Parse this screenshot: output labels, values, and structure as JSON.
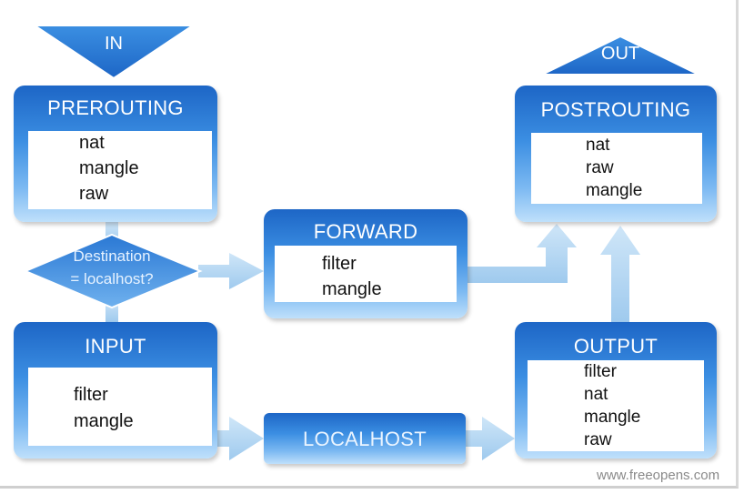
{
  "entry_label": "IN",
  "exit_label": "OUT",
  "decision": {
    "line1": "Destination",
    "line2": "= localhost?"
  },
  "chains": {
    "prerouting": {
      "title": "PREROUTING",
      "tables": [
        "nat",
        "mangle",
        "raw"
      ]
    },
    "forward": {
      "title": "FORWARD",
      "tables": [
        "filter",
        "mangle"
      ]
    },
    "postrouting": {
      "title": "POSTROUTING",
      "tables": [
        "nat",
        "raw",
        "mangle"
      ]
    },
    "input": {
      "title": "INPUT",
      "tables": [
        "filter",
        "mangle"
      ]
    },
    "output": {
      "title": "OUTPUT",
      "tables": [
        "filter",
        "nat",
        "mangle",
        "raw"
      ]
    }
  },
  "localhost_label": "LOCALHOST",
  "watermark": "www.freeopens.com",
  "colors": {
    "box_top": "#1d66c6",
    "box_bottom": "#bfe0fb",
    "arrow_fill": "#b4d6f2"
  }
}
